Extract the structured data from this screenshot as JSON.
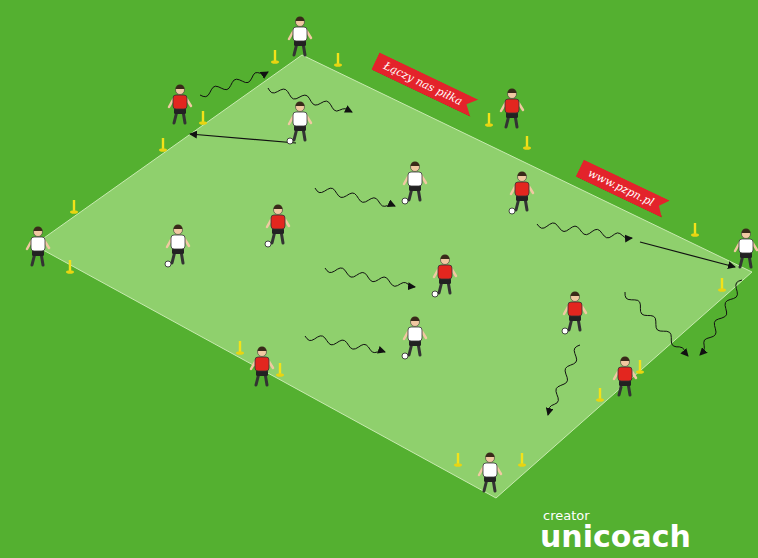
{
  "diagram": {
    "nodes": [
      {
        "text": [
          "Łączy nas piłka"
        ]
      },
      {
        "text": [
          "www.pzpn.pl"
        ]
      }
    ],
    "labels": [
      "creator",
      "unicoach"
    ]
  }
}
